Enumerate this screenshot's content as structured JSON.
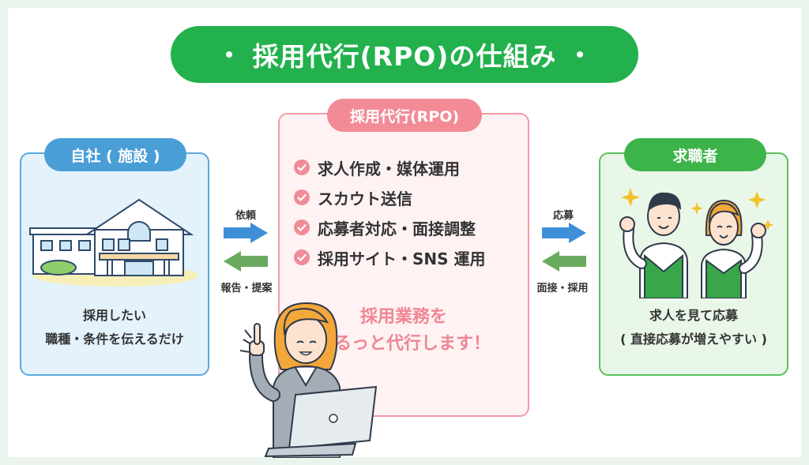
{
  "title": "採用代行(RPO)の仕組み",
  "left": {
    "tag": "自社 ( 施設 )",
    "message_line1": "採用したい",
    "message_line2": "職種・条件を伝えるだけ"
  },
  "center": {
    "tag": "採用代行(RPO)",
    "items": [
      "求人作成・媒体運用",
      "スカウト送信",
      "応募者対応・面接調整",
      "採用サイト・SNS 運用"
    ],
    "message_line1": "採用業務を",
    "message_line2": "まるっと代行します！"
  },
  "right": {
    "tag": "求職者",
    "message_line1": "求人を見て応募",
    "message_line2": "( 直接応募が増えやすい )"
  },
  "arrows": {
    "left_top": "依頼",
    "left_bottom": "報告・提案",
    "right_top": "応募",
    "right_bottom": "面接・採用"
  },
  "colors": {
    "title_bg": "#22b14c",
    "left_accent": "#4a9ed6",
    "center_accent": "#f28b96",
    "right_accent": "#3db44a",
    "arrow_blue": "#3f8fd8",
    "arrow_green": "#6aaa5e"
  }
}
